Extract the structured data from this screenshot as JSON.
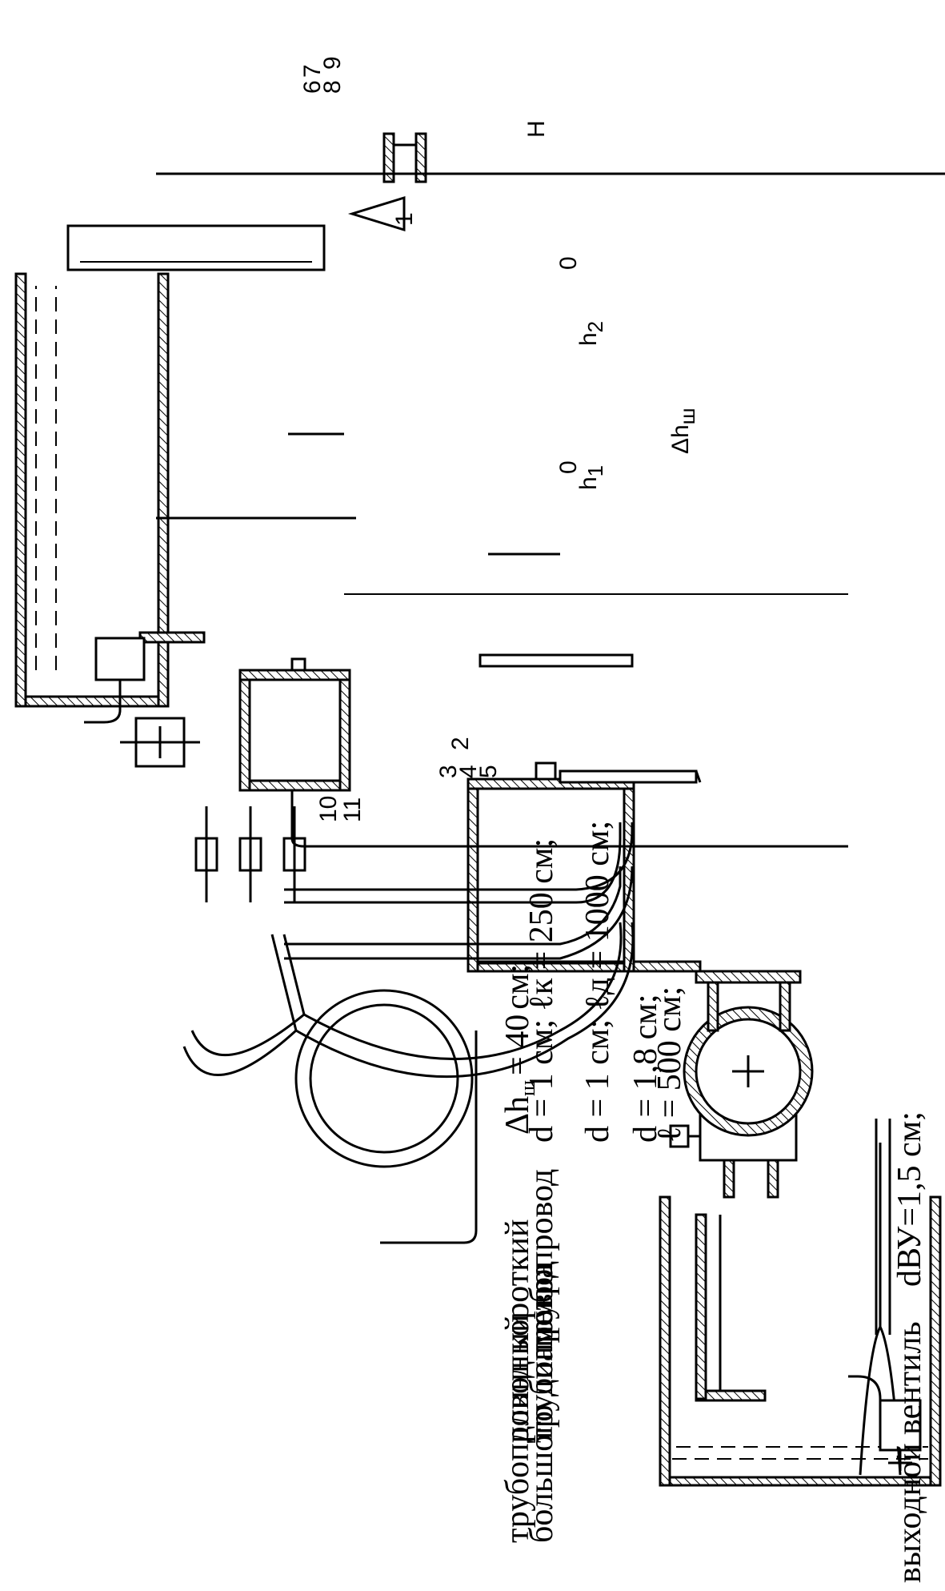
{
  "diagram": {
    "labels": {
      "n1": "1",
      "n2": "2",
      "n3": "3",
      "n4": "4",
      "n5": "5",
      "n6": "6",
      "n7": "7",
      "n8": "8",
      "n9": "9",
      "n10": "10",
      "n11": "11",
      "zero_left": "0",
      "zero_right": "0",
      "H": "H",
      "h1": "h",
      "h1_sub": "1",
      "h2": "h",
      "h2_sub": "2",
      "dh": "Δh",
      "dh_sub": "ш"
    },
    "notes": {
      "dh_note_main": "Δh",
      "dh_note_sub": "ш",
      "dh_note_val": "= 40",
      "dh_note_unit": "см;",
      "short_pipe_line1": "короткий",
      "short_pipe_line2": "трубопровод",
      "short_pipe_params": "d = 1 см;  ℓк = 250 см;",
      "long_pipe_line1": "длинный",
      "long_pipe_line2": "трубопровод",
      "long_pipe_params": "d = 1 см;  ℓд = 1000 см;",
      "big_pipe_line1": "трубопровод",
      "big_pipe_line2": "большого диаметра",
      "big_pipe_d": "d = 1,8 см;",
      "big_pipe_l": "ℓ  = 500 см;",
      "valve_text": "выходной вентиль",
      "valve_params": "dВУ=1,5 см;"
    }
  }
}
